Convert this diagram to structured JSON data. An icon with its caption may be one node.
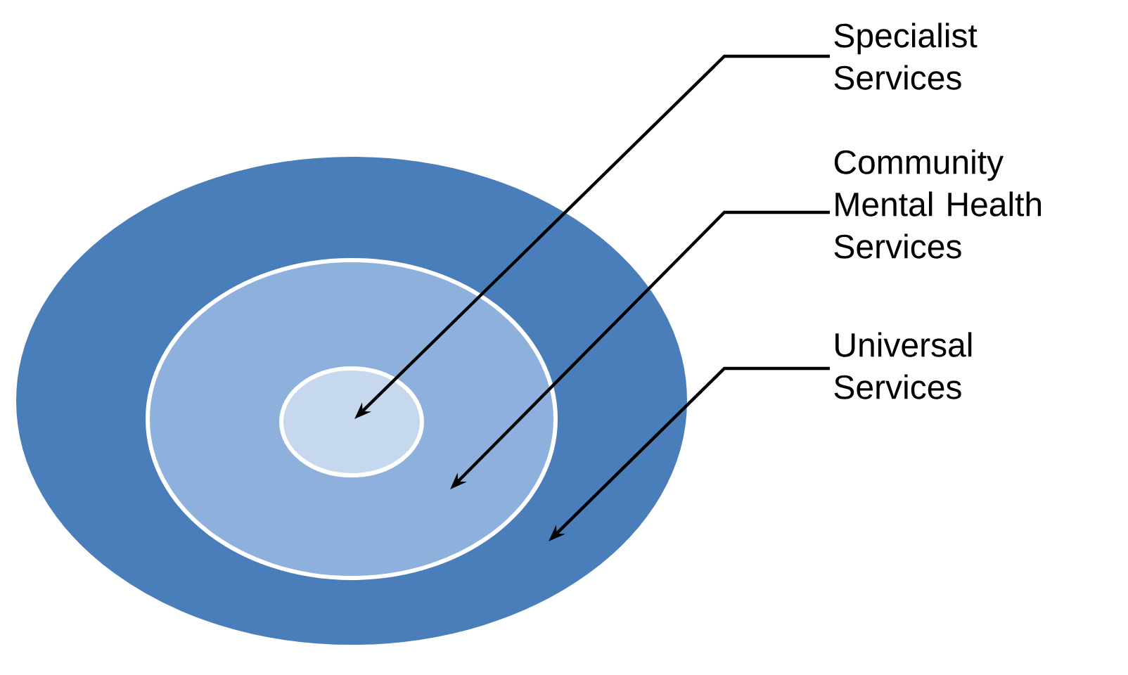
{
  "diagram": {
    "nodes": [
      {
        "text": [],
        "shape": "circle"
      },
      {
        "text": [],
        "shape": "circle",
        "in": 0
      },
      {
        "text": [],
        "shape": "circle",
        "in": 1
      },
      {
        "text": [
          "Specialist Services"
        ]
      },
      {
        "text": [
          "Community Mental Health Services"
        ]
      },
      {
        "text": [
          "Universal Services"
        ]
      }
    ],
    "edges": [
      {
        "from": 3,
        "to": 2,
        "arrow": "to"
      },
      {
        "from": 4,
        "to": 1,
        "arrow": "to"
      },
      {
        "from": 5,
        "to": 0,
        "arrow": "to"
      }
    ]
  }
}
